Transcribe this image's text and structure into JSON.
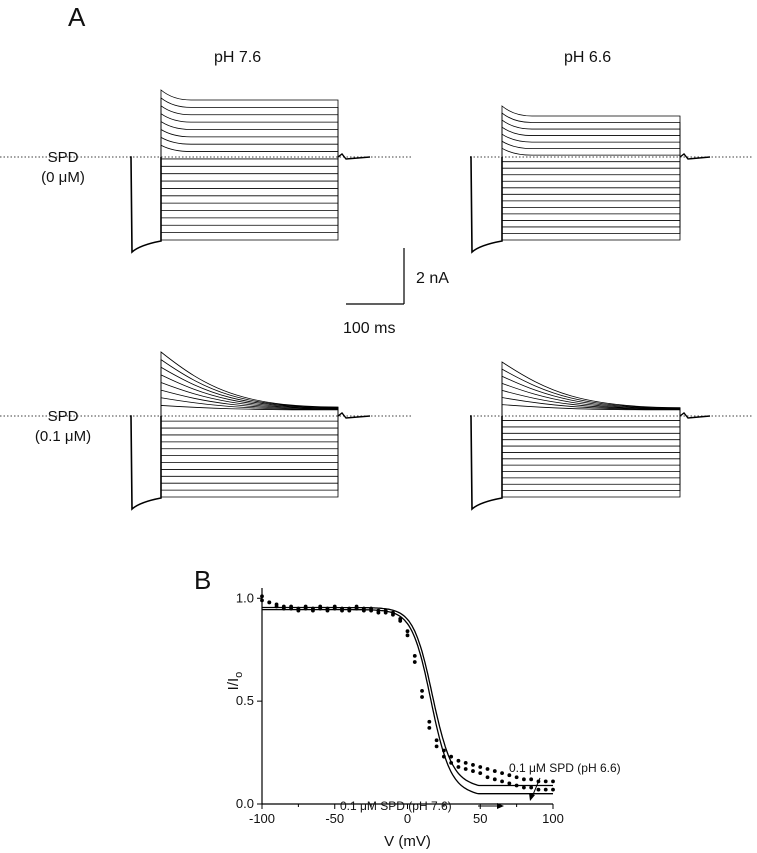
{
  "panel_a": {
    "letter": "A",
    "columns": [
      "pH 7.6",
      "pH 6.6"
    ],
    "rows": [
      {
        "line1": "SPD",
        "line2": "(0 μM)"
      },
      {
        "line1": "SPD",
        "line2": "(0.1 μM)"
      }
    ],
    "scale_bar": {
      "current": "2 nA",
      "time": "100 ms"
    }
  },
  "panel_b": {
    "letter": "B",
    "ylabel": "I/I",
    "ylabel_sub": "o",
    "annotations": [
      "0.1 μM SPD (pH 6.6)",
      "0.1 μM SPD (pH 7.6)"
    ]
  },
  "chart_data": [
    {
      "type": "line",
      "description_free": true,
      "title": "",
      "xlabel": "",
      "ylabel": "",
      "traces_per_family": 20,
      "scale_bar": {
        "current_nA": 2,
        "time_ms": 100
      }
    },
    {
      "type": "scatter",
      "title": "",
      "xlabel": "V (mV)",
      "ylabel": "I/Io",
      "xlim": [
        -100,
        100
      ],
      "ylim": [
        0,
        1.05
      ],
      "xticks": [
        -100,
        -50,
        0,
        50,
        100
      ],
      "xtick_labels": [
        "-100",
        "-50",
        "0",
        "50",
        "100"
      ],
      "yticks": [
        0,
        0.5,
        1
      ],
      "ytick_labels": [
        "0.0",
        "0.5",
        "1.0"
      ],
      "series": [
        {
          "name": "0.1 μM SPD (pH 6.6)",
          "x": [
            -100,
            -95,
            -90,
            -85,
            -80,
            -75,
            -70,
            -65,
            -60,
            -55,
            -50,
            -45,
            -40,
            -35,
            -30,
            -25,
            -20,
            -15,
            -10,
            -5,
            0,
            5,
            10,
            15,
            20,
            25,
            30,
            35,
            40,
            45,
            50,
            55,
            60,
            65,
            70,
            75,
            80,
            85,
            90,
            95,
            100
          ],
          "y": [
            0.99,
            0.98,
            0.97,
            0.96,
            0.96,
            0.95,
            0.96,
            0.95,
            0.96,
            0.95,
            0.96,
            0.95,
            0.95,
            0.96,
            0.95,
            0.95,
            0.94,
            0.94,
            0.93,
            0.9,
            0.84,
            0.72,
            0.55,
            0.4,
            0.31,
            0.26,
            0.23,
            0.21,
            0.2,
            0.19,
            0.18,
            0.17,
            0.16,
            0.15,
            0.14,
            0.13,
            0.12,
            0.12,
            0.11,
            0.11,
            0.11
          ]
        },
        {
          "name": "0.1 μM SPD (pH 7.6)",
          "x": [
            -100,
            -95,
            -90,
            -85,
            -80,
            -75,
            -70,
            -65,
            -60,
            -55,
            -50,
            -45,
            -40,
            -35,
            -30,
            -25,
            -20,
            -15,
            -10,
            -5,
            0,
            5,
            10,
            15,
            20,
            25,
            30,
            35,
            40,
            45,
            50,
            55,
            60,
            65,
            70,
            75,
            80,
            85,
            90,
            95,
            100
          ],
          "y": [
            1.01,
            0.98,
            0.96,
            0.95,
            0.95,
            0.94,
            0.95,
            0.94,
            0.95,
            0.94,
            0.95,
            0.94,
            0.94,
            0.95,
            0.94,
            0.94,
            0.93,
            0.93,
            0.92,
            0.89,
            0.82,
            0.69,
            0.52,
            0.37,
            0.28,
            0.23,
            0.2,
            0.18,
            0.17,
            0.16,
            0.15,
            0.13,
            0.12,
            0.11,
            0.1,
            0.09,
            0.08,
            0.08,
            0.07,
            0.07,
            0.07
          ]
        }
      ]
    }
  ]
}
